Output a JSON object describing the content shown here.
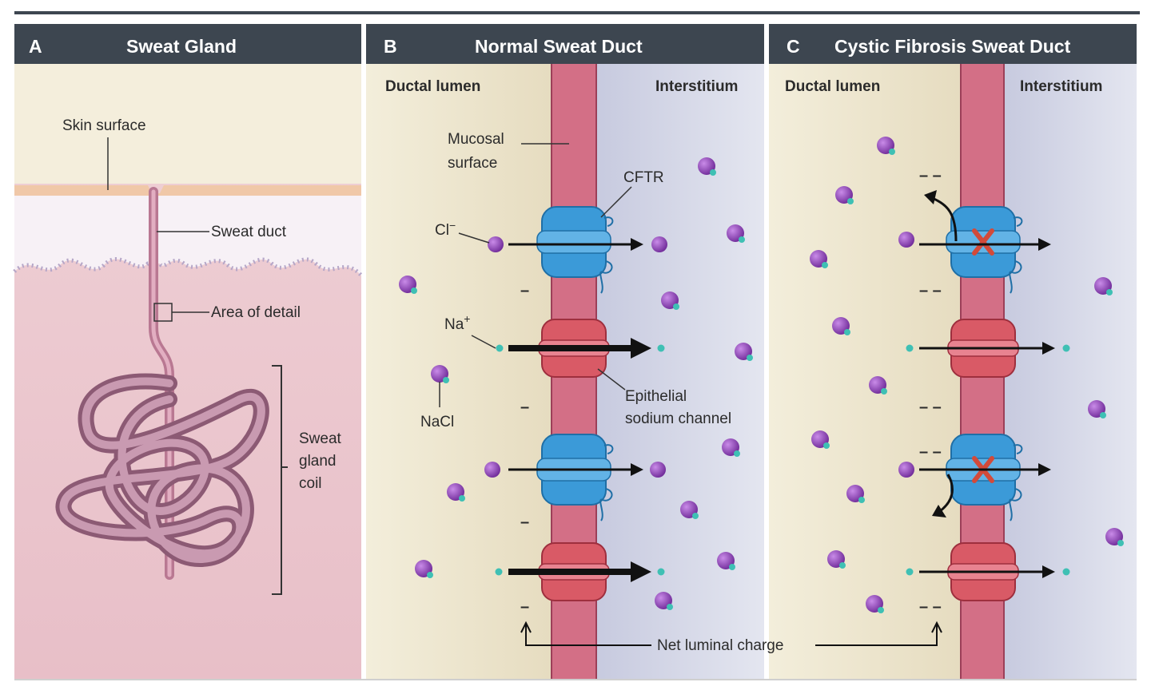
{
  "panels": [
    {
      "letter": "A",
      "title": "Sweat Gland"
    },
    {
      "letter": "B",
      "title": "Normal Sweat Duct"
    },
    {
      "letter": "C",
      "title": "Cystic Fibrosis Sweat Duct"
    }
  ],
  "panel_a": {
    "skin_surface": "Skin surface",
    "sweat_duct": "Sweat duct",
    "area_of_detail": "Area of detail",
    "coil_line1": "Sweat",
    "coil_line2": "gland",
    "coil_line3": "coil"
  },
  "panel_b": {
    "ductal_lumen": "Ductal lumen",
    "interstitium": "Interstitium",
    "mucosal_line1": "Mucosal",
    "mucosal_line2": "surface",
    "cftr": "CFTR",
    "chloride": "Cl",
    "chloride_sup": "−",
    "sodium": "Na",
    "sodium_sup": "+",
    "nacl": "NaCl",
    "enac_line1": "Epithelial",
    "enac_line2": "sodium channel",
    "single_charge": "–"
  },
  "panel_c": {
    "ductal_lumen": "Ductal lumen",
    "interstitium": "Interstitium",
    "double_charge": "– –"
  },
  "net_luminal_charge": "Net luminal charge",
  "colors": {
    "header": "#3d4650",
    "lumen": "#efe8d2",
    "interstitium": "#cfd2e4",
    "membrane": "#d06a82",
    "cftr": "#3b9ad8",
    "enac": "#d95a66",
    "ion_cl": "#8a3fb0",
    "ion_na": "#3fc0b4",
    "block_x": "#d24a3a"
  }
}
